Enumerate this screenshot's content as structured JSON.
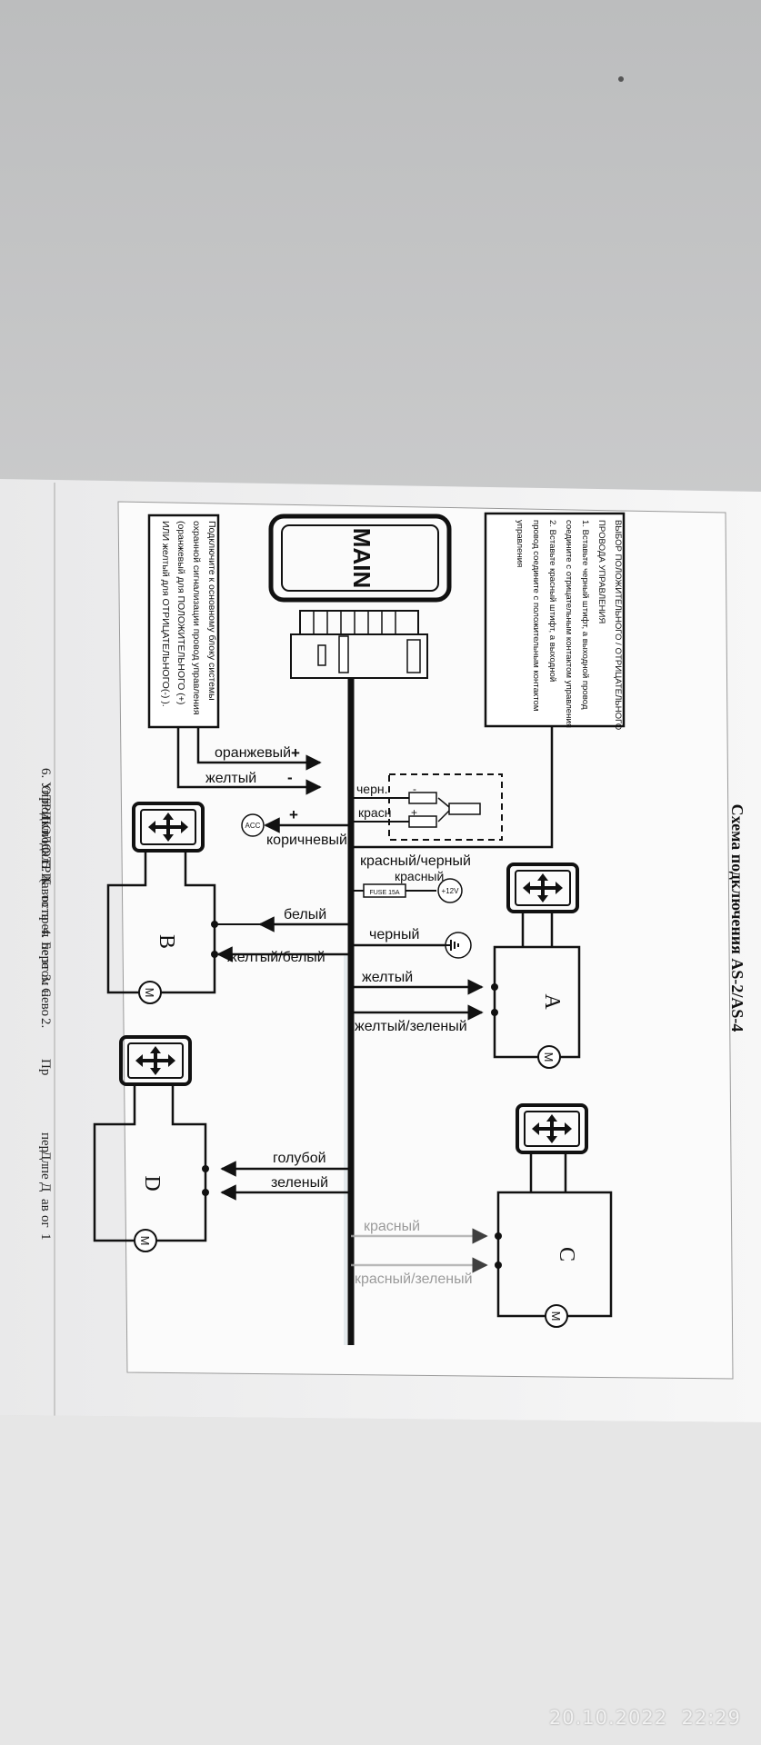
{
  "photo_stamp": {
    "date": "20.10.2022",
    "time": "22:29"
  },
  "sheet": {
    "title": "Схема подключения AS-2/AS-4",
    "main_label": "MAIN",
    "left_note": [
      "Подключите к основному блоку системы",
      "охранной сигнализации провод управления",
      "(оранжевый для ПОЛОЖИТЕЛЬНОГО (+)",
      "ИЛИ желтый для ОТРИЦАТЕЛЬНОГО(-) )."
    ],
    "right_note": [
      "ВЫБОР ПОЛОЖИТЕЛЬНОГО / ОТРИЦАТЕЛЬНОГО",
      "ПРОВОДА УПРАВЛЕНИЯ",
      "1. Вставьте черный штифт, а выходной провод",
      "соедините с отрицательным контактом управления",
      "2. Вставьте красный штифт, а выходной",
      "провод соедините с положительным контактом",
      "управления"
    ],
    "wires": {
      "orange": "оранжевый",
      "yellow": "желтый",
      "black_short": "черн.",
      "red_short": "красн",
      "brown": "коричневый",
      "red_black": "красный/черный",
      "red": "красный",
      "white": "белый",
      "black": "черный",
      "yellow_a": "желтый",
      "yellow_white": "желтый/белый",
      "yellow_green": "желтый/зеленый",
      "blue": "голубой",
      "green": "зеленый",
      "red_c": "красный",
      "red_green": "красный/зеленый"
    },
    "signs": {
      "plus": "+",
      "minus": "-"
    },
    "components": {
      "acc": "ACC",
      "fuse": "FUSE 15A",
      "battery": "+12V",
      "motor": "M",
      "a": "A",
      "b": "B",
      "c": "C",
      "d": "D"
    },
    "left_page_fragments": [
      "6. Упр",
      "ОТРИ",
      "подкл",
      "ПОЛО",
      "подкл",
      "ОТРИ",
      "5. N",
      "(авто",
      "оста",
      "преп",
      "4. Бе",
      "пере",
      "этом",
      "3. С",
      "нево",
      "2.",
      "Пр",
      "пер",
      "Дл",
      "пе",
      "Д",
      "ав",
      "ог",
      "1"
    ]
  }
}
